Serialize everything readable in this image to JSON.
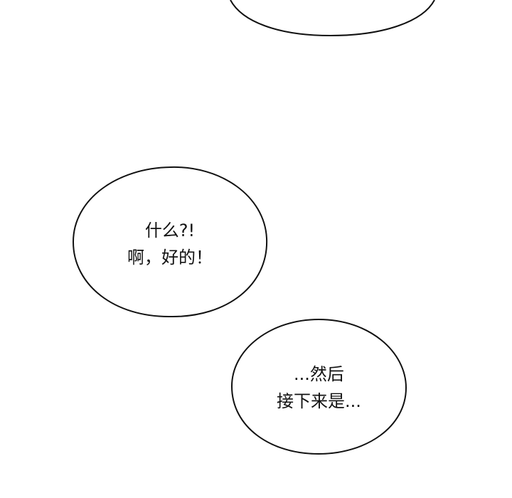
{
  "panel": {
    "background": "#ffffff",
    "stroke_color": "#111111"
  },
  "bubbles": [
    {
      "id": "top-bubble",
      "lines": []
    },
    {
      "id": "bubble-what",
      "lines": [
        "什么?!",
        "啊，好的！"
      ]
    },
    {
      "id": "bubble-then",
      "lines": [
        "...然后",
        "接下来是..."
      ]
    }
  ]
}
